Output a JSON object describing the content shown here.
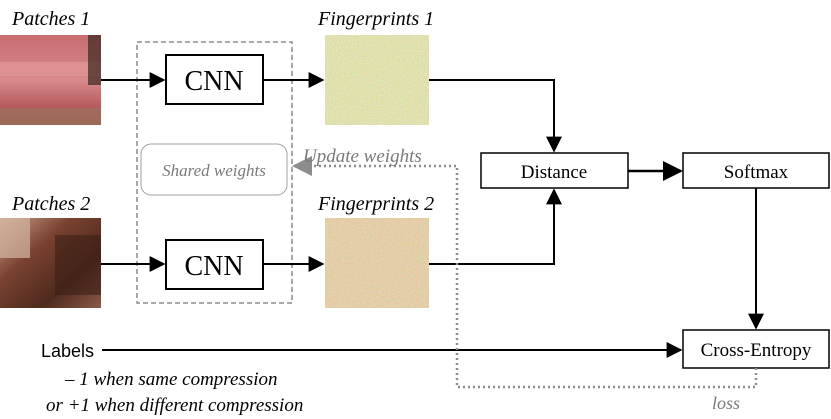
{
  "inputs": {
    "patches1": "Patches 1",
    "patches2": "Patches 2",
    "fingerprints1": "Fingerprints 1",
    "fingerprints2": "Fingerprints 2"
  },
  "blocks": {
    "cnn_top": "CNN",
    "cnn_bottom": "CNN",
    "shared_weights": "Shared weights",
    "distance": "Distance",
    "softmax": "Softmax",
    "cross_entropy": "Cross-Entropy"
  },
  "annotations": {
    "update_weights": "Update weights",
    "loss": "loss",
    "labels": "Labels",
    "labels_line1": "– 1 when same compression",
    "labels_line2": "or +1 when different compression"
  },
  "colors": {
    "line": "#000000",
    "dashed_gray": "#8c8c8c",
    "text_gray": "#7a7a7a",
    "patch1_skin": "#c8686c",
    "patch1_band": "#b34a50",
    "patch2_skin": "#6e3a2a",
    "fingerprint_base": "#b7b665",
    "fingerprint_tint": "#c59a70"
  }
}
